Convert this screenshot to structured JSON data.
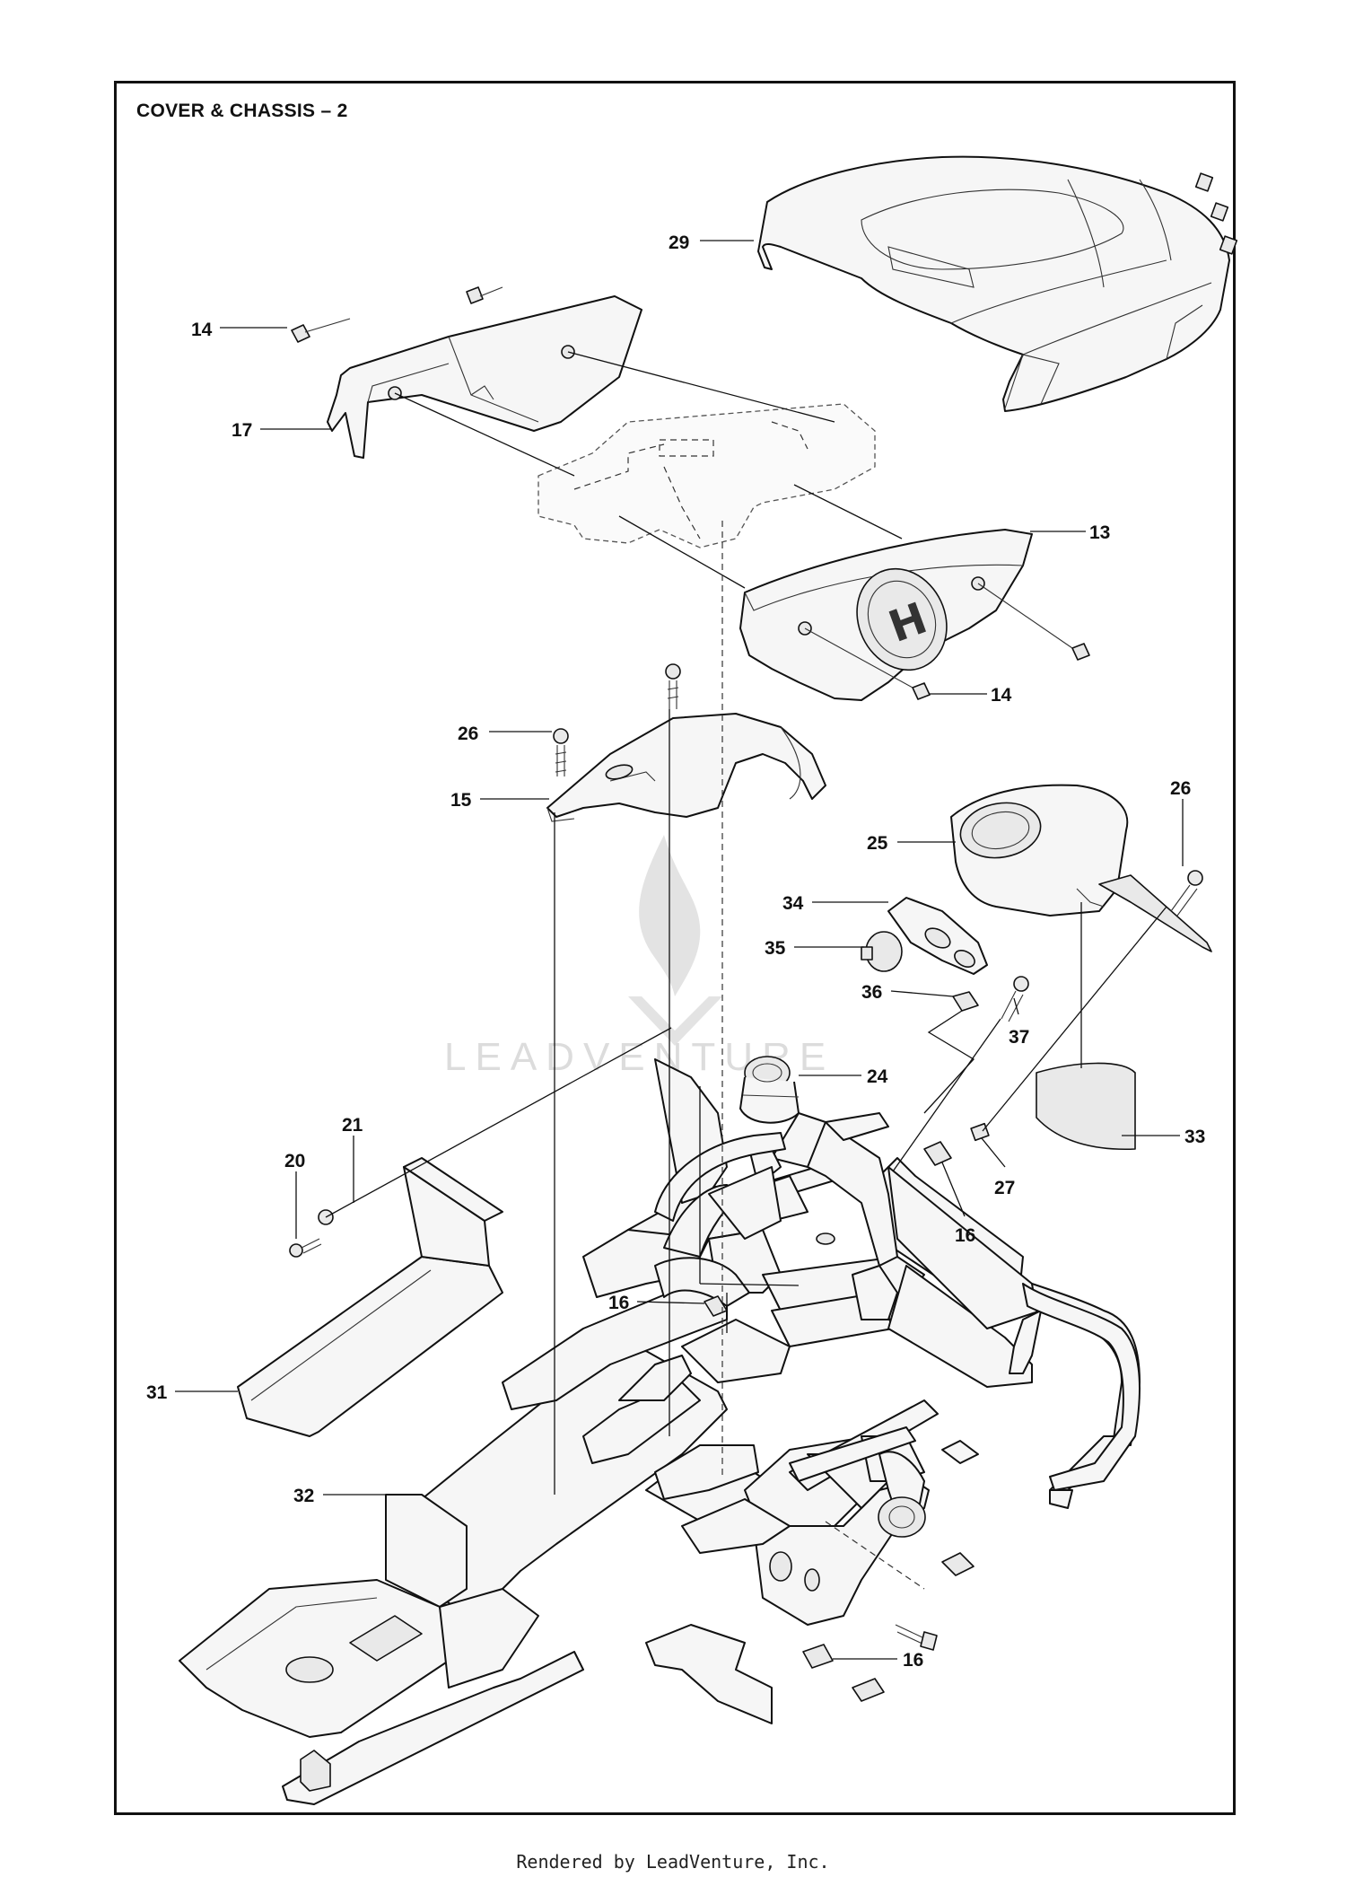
{
  "title": "COVER & CHASSIS – 2",
  "footer": "Rendered by LeadVenture, Inc.",
  "watermark": "LEADVENTURE",
  "callouts": {
    "c29": "29",
    "c14a": "14",
    "c17": "17",
    "c13": "13",
    "c14b": "14",
    "c26a": "26",
    "c15": "15",
    "c26b": "26",
    "c25": "25",
    "c34": "34",
    "c35": "35",
    "c36": "36",
    "c37": "37",
    "c24": "24",
    "c21": "21",
    "c20": "20",
    "c33": "33",
    "c27": "27",
    "c16a": "16",
    "c16b": "16",
    "c31": "31",
    "c32": "32",
    "c16c": "16"
  }
}
